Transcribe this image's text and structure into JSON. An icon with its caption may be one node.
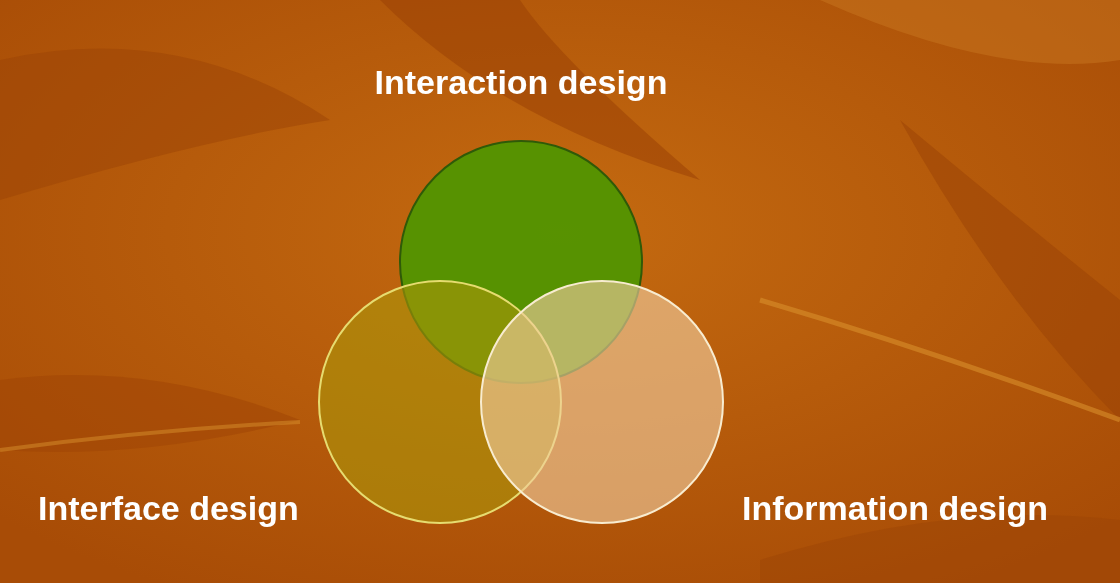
{
  "diagram": {
    "nodes": [
      {
        "text": [
          "Interaction design"
        ]
      },
      {
        "text": [
          "Interface design"
        ]
      },
      {
        "text": [
          "Information design"
        ]
      }
    ]
  }
}
